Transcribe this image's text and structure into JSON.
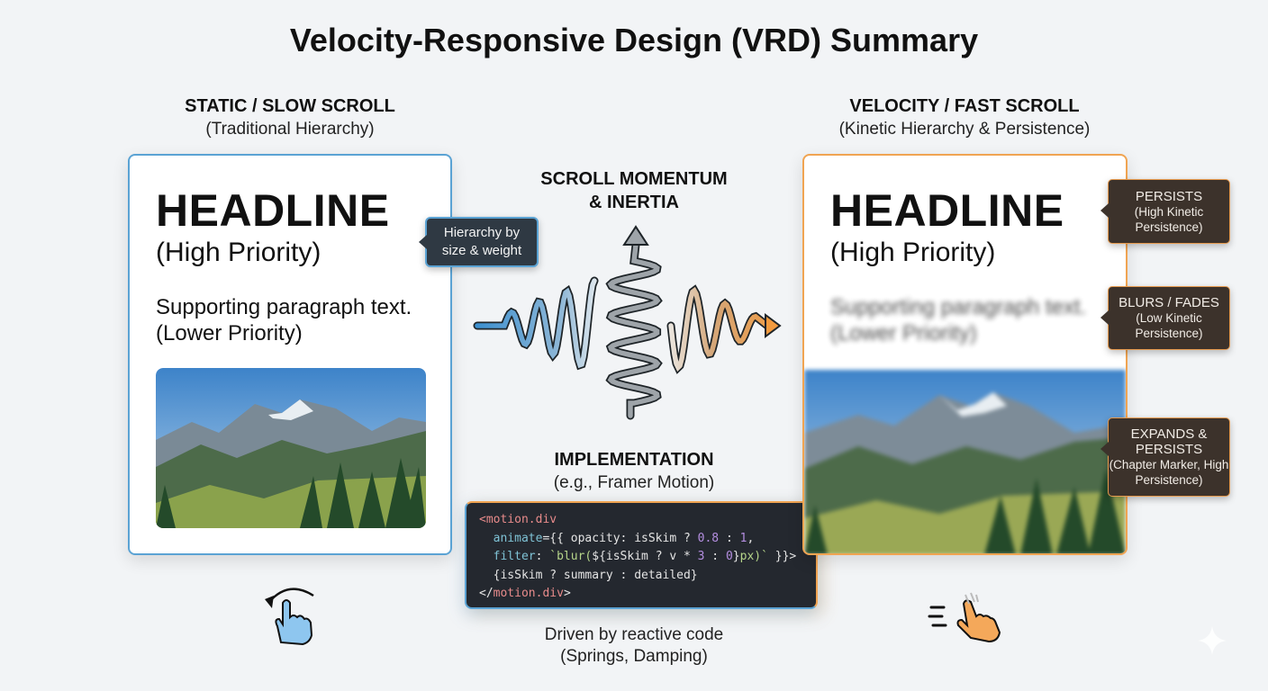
{
  "title": "Velocity-Responsive Design (VRD) Summary",
  "left": {
    "heading": "STATIC / SLOW SCROLL",
    "subheading": "(Traditional Hierarchy)",
    "headline": "HEADLINE",
    "priority": "(High Priority)",
    "supporting_line1": "Supporting paragraph text.",
    "supporting_line2": "(Lower Priority)",
    "tooltip_line1": "Hierarchy by",
    "tooltip_line2": "size & weight",
    "accent": "#5ba3d4"
  },
  "center": {
    "momentum_line1": "SCROLL MOMENTUM",
    "momentum_line2": "& INERTIA",
    "impl_heading": "IMPLEMENTATION",
    "impl_sub": "(e.g., Framer Motion)",
    "code": {
      "l1_tag": "<motion.div",
      "l2_attr": "animate",
      "l2_a": "={{ opacity: isSkim ? ",
      "l2_n1": "0.8",
      "l2_b": " : ",
      "l2_n2": "1",
      "l2_c": ",",
      "l3_attr": "filter",
      "l3_a": ": ",
      "l3_str": "`blur(",
      "l3_b": "${isSkim ? v * ",
      "l3_n1": "3",
      "l3_c": " : ",
      "l3_n2": "0",
      "l3_d": "}",
      "l3_str2": "px)`",
      "l3_e": " }}>",
      "l4": "{isSkim ? summary : detailed}",
      "l5_open": "</",
      "l5_tag": "motion.div",
      "l5_close": ">"
    },
    "driven_line1": "Driven by reactive code",
    "driven_line2": "(Springs, Damping)"
  },
  "right": {
    "heading": "VELOCITY / FAST SCROLL",
    "subheading": "(Kinetic Hierarchy & Persistence)",
    "headline": "HEADLINE",
    "priority": "(High Priority)",
    "supporting_line1": "Supporting paragraph text.",
    "supporting_line2": "(Lower Priority)",
    "accent": "#f0a452",
    "callouts": [
      {
        "title": "PERSISTS",
        "detail": "(High Kinetic Persistence)"
      },
      {
        "title": "BLURS / FADES",
        "detail": "(Low Kinetic Persistence)"
      },
      {
        "title": "EXPANDS & PERSISTS",
        "detail": "(Chapter Marker, High Persistence)"
      }
    ]
  },
  "icons": [
    "slow-swipe-hand-icon",
    "fast-swipe-hand-icon",
    "momentum-wave-icon",
    "sparkle-icon"
  ]
}
